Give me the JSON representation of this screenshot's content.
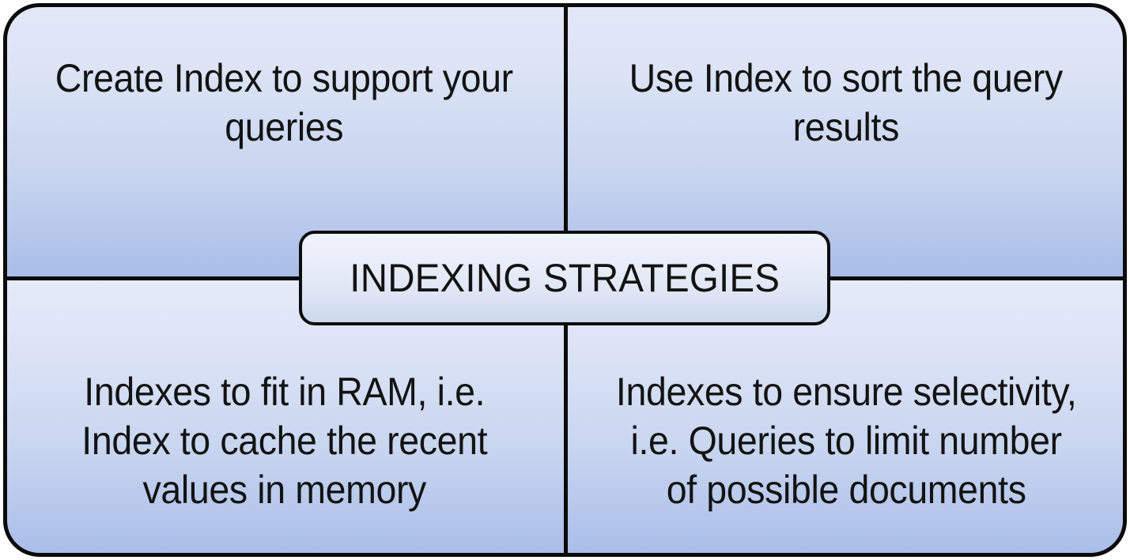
{
  "diagram": {
    "type": "2x2-matrix",
    "center": {
      "label": "INDEXING STRATEGIES"
    },
    "quadrants": [
      {
        "position": "top-left",
        "text": "Create Index to support your\nqueries"
      },
      {
        "position": "top-right",
        "text": "Use Index to sort the query\nresults"
      },
      {
        "position": "bottom-left",
        "text": "Indexes to fit in RAM, i.e.\nIndex to cache the recent\nvalues in memory"
      },
      {
        "position": "bottom-right",
        "text": "Indexes to ensure selectivity,\ni.e. Queries to limit number\nof possible documents"
      }
    ],
    "colors": {
      "border": "#0b0b0b",
      "quadrant_gradient_top": "#e3e8f8",
      "quadrant_gradient_bottom": "#a9bde8",
      "center_gradient_top": "#eff2fb",
      "center_gradient_bottom": "#ccd8ee",
      "text": "#131313"
    }
  }
}
